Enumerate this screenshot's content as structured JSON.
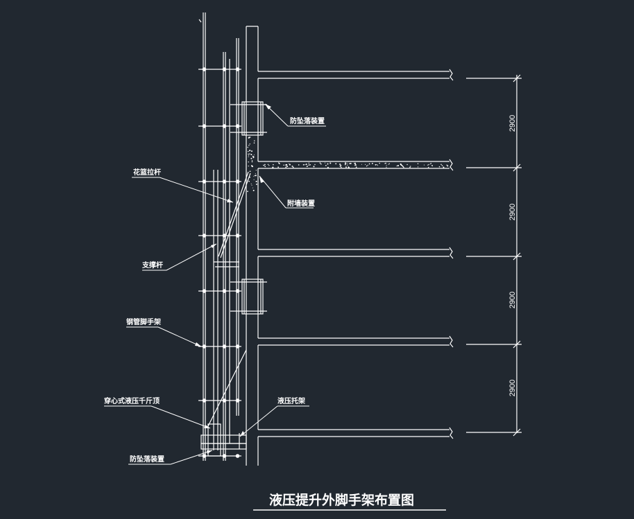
{
  "drawing": {
    "title": "液压提升外脚手架布置图",
    "line_color": "#ffffff",
    "background": "#212830",
    "labels": {
      "anti_fall": "防坠落装置",
      "attach_wall": "附墙装置",
      "flower_basket": "花篮拉杆",
      "brace": "支撑杆",
      "steel_scaffold": "钢管脚手架",
      "jack": "穿心式液压千斤顶",
      "bottom_bracket": "液压托架",
      "lift_device": "防坠落装置"
    },
    "dimensions": [
      "2900",
      "2900",
      "2900",
      "2900"
    ]
  }
}
